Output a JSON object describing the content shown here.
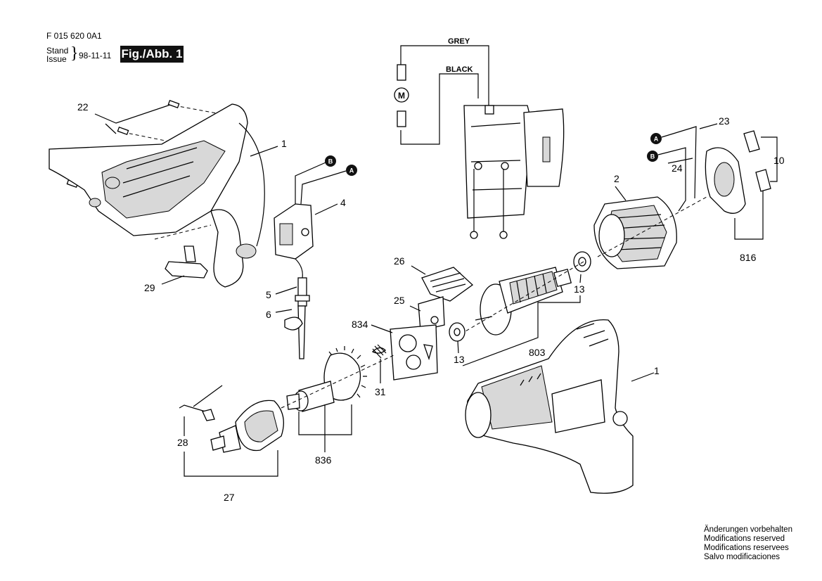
{
  "header": {
    "doc_number": "F 015 620 0A1",
    "stand_label": "Stand",
    "issue_label": "Issue",
    "date": "98-11-11",
    "fig_label": "Fig./Abb. 1"
  },
  "wiring": {
    "grey_label": "GREY",
    "black_label": "BLACK",
    "motor_symbol": "M"
  },
  "markers": {
    "a": "A",
    "b": "B"
  },
  "callouts": {
    "c22": "22",
    "c1_top": "1",
    "c4": "4",
    "c29": "29",
    "c5": "5",
    "c6": "6",
    "c23": "23",
    "c24": "24",
    "c10": "10",
    "c2": "2",
    "c816": "816",
    "c26": "26",
    "c25": "25",
    "c834": "834",
    "c13_a": "13",
    "c13_b": "13",
    "c803": "803",
    "c31": "31",
    "c1_bottom": "1",
    "c28": "28",
    "c836": "836",
    "c27": "27"
  },
  "notes": [
    "Änderungen vorbehalten",
    "Modifications reserved",
    "Modifications reservees",
    "Salvo modificaciones"
  ]
}
